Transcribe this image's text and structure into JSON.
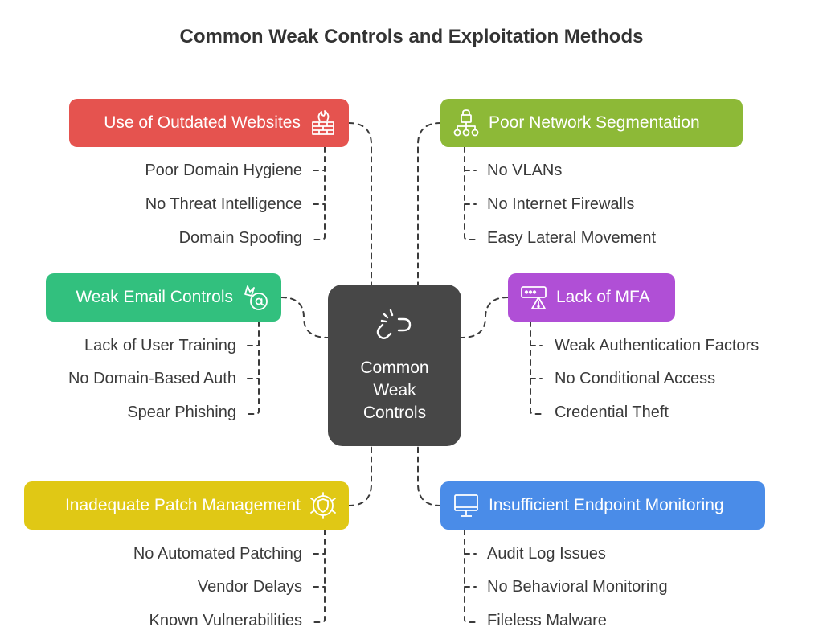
{
  "title": "Common Weak Controls and Exploitation Methods",
  "center": {
    "label_lines": [
      "Common",
      "Weak",
      "Controls"
    ],
    "icon": "broken-link-icon"
  },
  "colors": {
    "red": "#E5534F",
    "green": "#8DB937",
    "teal": "#32C07E",
    "purple": "#B04FD6",
    "yellow": "#E0C815",
    "blue": "#4A8CE8",
    "center": "#474747",
    "line": "#3a3a3a"
  },
  "groups": [
    {
      "id": "outdated-websites",
      "label": "Use of Outdated Websites",
      "icon": "firewall-icon",
      "color": "#E5534F",
      "items": [
        "Poor Domain Hygiene",
        "No Threat Intelligence",
        "Domain Spoofing"
      ]
    },
    {
      "id": "network-segmentation",
      "label": "Poor Network Segmentation",
      "icon": "network-lock-icon",
      "color": "#8DB937",
      "items": [
        "No VLANs",
        "No Internet Firewalls",
        "Easy Lateral Movement"
      ]
    },
    {
      "id": "email-controls",
      "label": "Weak Email Controls",
      "icon": "email-alert-icon",
      "color": "#32C07E",
      "items": [
        "Lack of User Training",
        "No Domain-Based Auth",
        "Spear Phishing"
      ]
    },
    {
      "id": "mfa",
      "label": "Lack of MFA",
      "icon": "password-warning-icon",
      "color": "#B04FD6",
      "items": [
        "Weak Authentication Factors",
        "No Conditional Access",
        "Credential Theft"
      ]
    },
    {
      "id": "patch-management",
      "label": "Inadequate Patch Management",
      "icon": "shield-bug-icon",
      "color": "#E0C815",
      "items": [
        "No Automated Patching",
        "Vendor Delays",
        "Known Vulnerabilities"
      ]
    },
    {
      "id": "endpoint-monitoring",
      "label": "Insufficient Endpoint Monitoring",
      "icon": "monitor-icon",
      "color": "#4A8CE8",
      "items": [
        "Audit Log Issues",
        "No Behavioral Monitoring",
        "Fileless Malware"
      ]
    }
  ]
}
